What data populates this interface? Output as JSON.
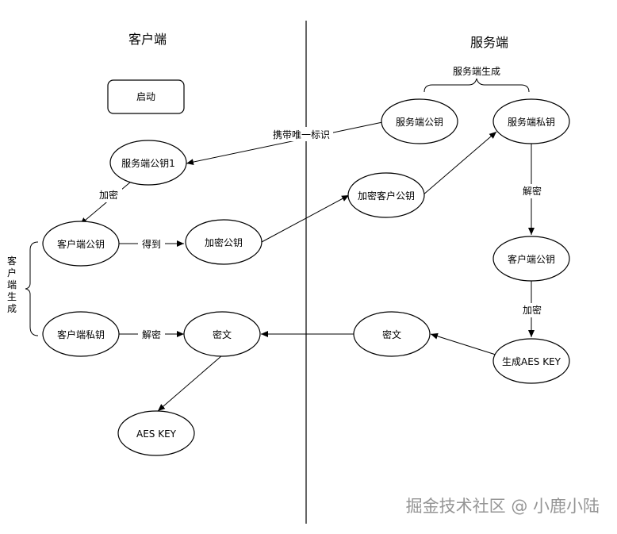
{
  "titles": {
    "client": "客户端",
    "server": "服务端"
  },
  "nodes": {
    "start": "启动",
    "server_pub_1": "服务端公钥1",
    "client_pub": "客户端公钥",
    "encrypted_pub": "加密公钥",
    "client_priv": "客户端私钥",
    "cipher_left": "密文",
    "aes_key": "AES KEY",
    "server_pub": "服务端公钥",
    "server_priv": "服务端私钥",
    "encrypted_client_pub": "加密客户公钥",
    "client_pub_right": "客户端公钥",
    "cipher_right": "密文",
    "gen_aes": "生成AES KEY"
  },
  "edge_labels": {
    "carry_id": "携带唯一标识",
    "encrypt_left": "加密",
    "get": "得到",
    "decrypt_left": "解密",
    "decrypt_right": "解密",
    "encrypt_right": "加密"
  },
  "group_labels": {
    "server_generated": "服务端生成",
    "client_generated": [
      "客",
      "户",
      "端",
      "生",
      "成"
    ]
  },
  "watermark": "掘金技术社区 @ 小鹿小陆",
  "colors": {
    "stroke": "#000000",
    "watermark": "#8a8a8a"
  }
}
